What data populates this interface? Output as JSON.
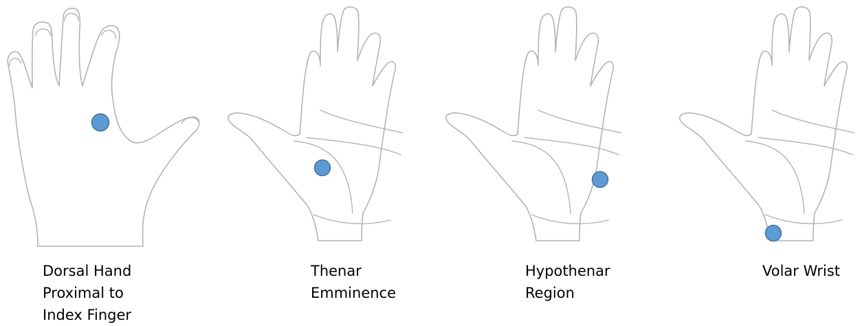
{
  "panels": [
    {
      "id": "dorsal-hand",
      "label_lines": [
        "Dorsal Hand",
        "Proximal to",
        "Index Finger"
      ]
    },
    {
      "id": "thenar",
      "label_lines": [
        "Thenar",
        "Emminence"
      ]
    },
    {
      "id": "hypothenar",
      "label_lines": [
        "Hypothenar",
        "Region"
      ]
    },
    {
      "id": "volar-wrist",
      "label_lines": [
        "Volar Wrist"
      ]
    }
  ],
  "colors": {
    "marker_fill": "#5b9bd5",
    "marker_stroke": "#41719c",
    "outline": "#b3b3b3",
    "text": "#000000"
  }
}
